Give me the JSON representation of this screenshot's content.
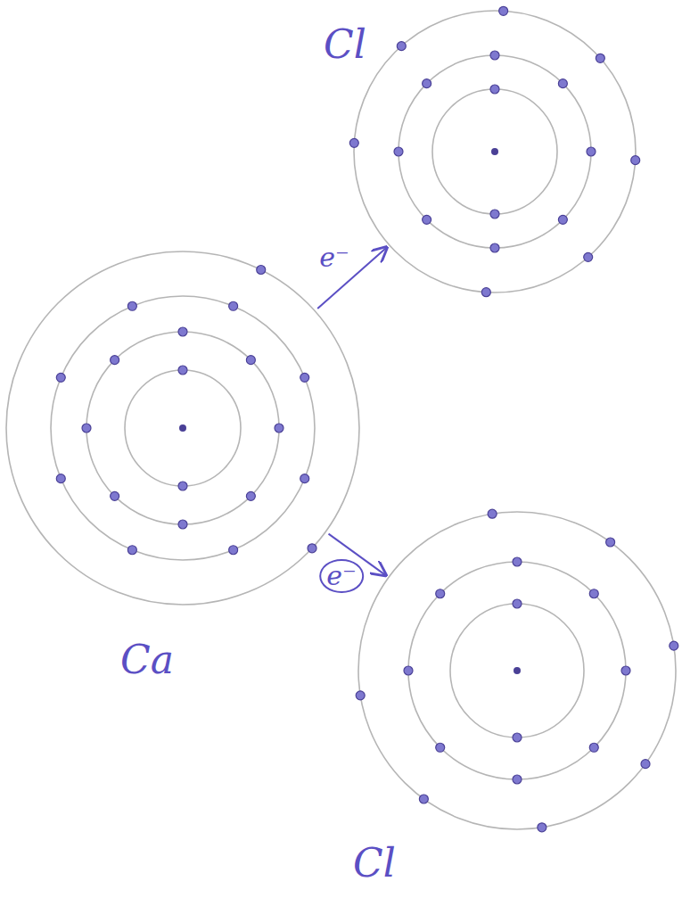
{
  "diagram": {
    "nodes": [
      {
        "text": [
          "Cl"
        ]
      },
      {
        "text": [
          "Ca"
        ]
      },
      {
        "text": [
          "Cl"
        ]
      }
    ],
    "edges": [
      {
        "from": 1,
        "to": 0,
        "label": "e⁻",
        "arrow": "to"
      },
      {
        "from": 1,
        "to": 2,
        "label": "e⁻",
        "arrow": "to"
      }
    ]
  }
}
